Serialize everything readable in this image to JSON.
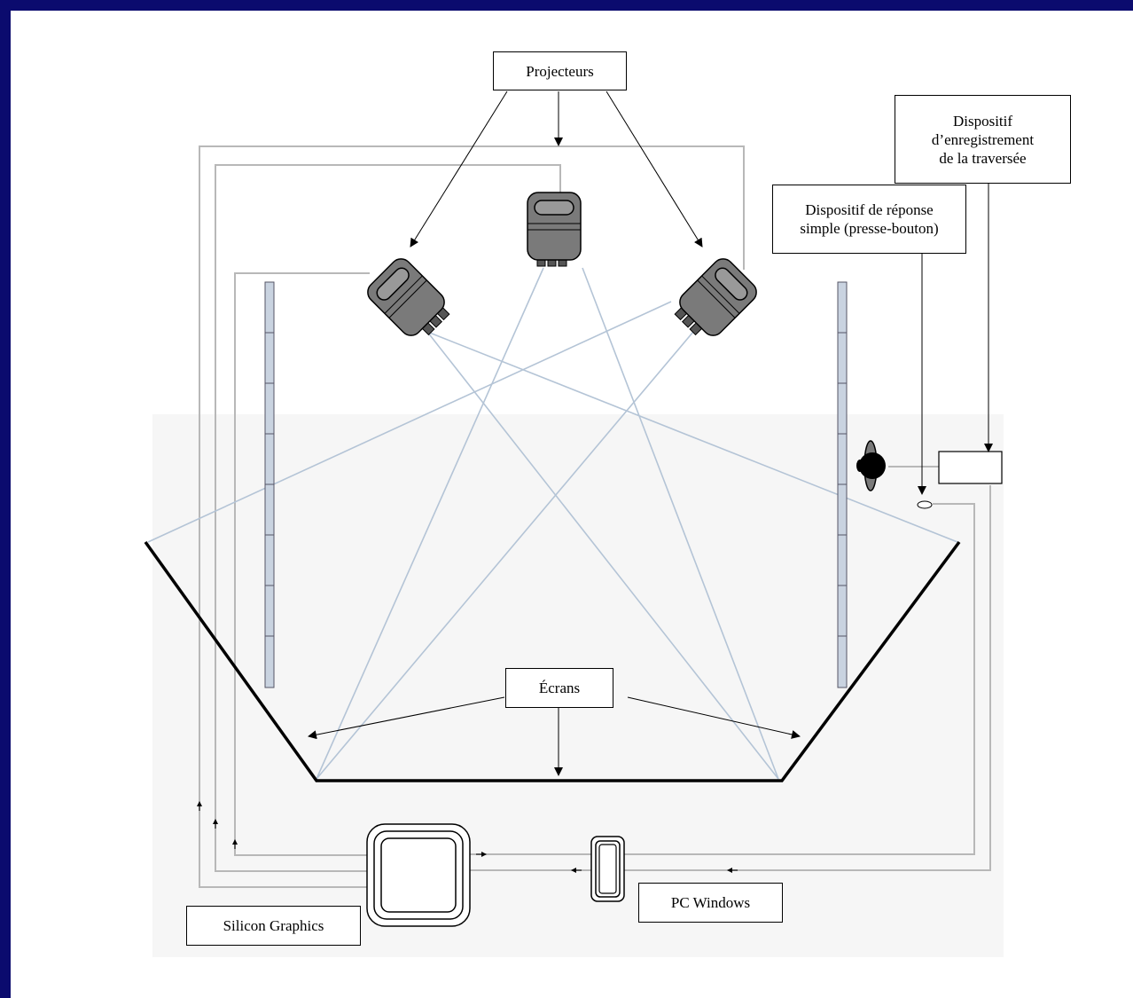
{
  "labels": {
    "projectors": "Projecteurs",
    "recording_device": "Dispositif\nd’enregistrement\nde la traversée",
    "response_device": "Dispositif de réponse\nsimple (presse-bouton)",
    "screens": "Écrans",
    "silicon_graphics": "Silicon Graphics",
    "pc_windows": "PC Windows"
  },
  "colors": {
    "frame": "#0b0b6e",
    "beam": "#b4c4d6",
    "cable": "#b8b8b8",
    "screen": "#000000",
    "projector_body": "#7a7a7a",
    "panel": "#c9d3e0"
  }
}
